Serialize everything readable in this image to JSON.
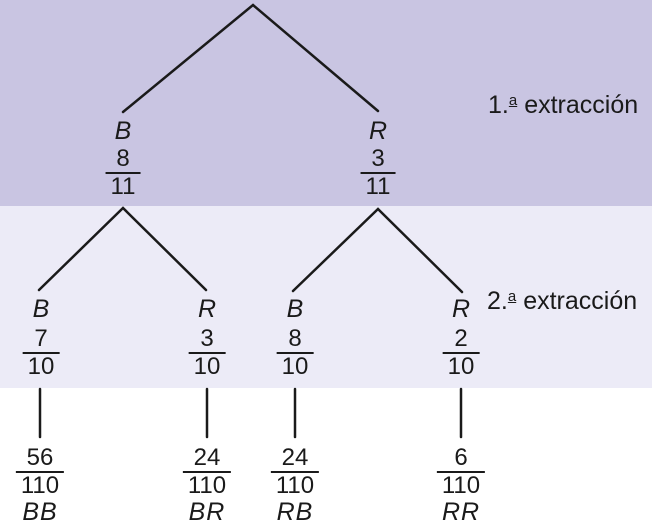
{
  "colors": {
    "band1": "#c9c5e2",
    "band2": "#ecebf7",
    "background": "#ffffff",
    "line": "#1a1a1a"
  },
  "stage_labels": [
    {
      "prefix": "1.",
      "ordinal": "a",
      "word": "extracción"
    },
    {
      "prefix": "2.",
      "ordinal": "a",
      "word": "extracción"
    }
  ],
  "tree": {
    "level1": [
      {
        "letter": "B",
        "num": "8",
        "den": "11"
      },
      {
        "letter": "R",
        "num": "3",
        "den": "11"
      }
    ],
    "level2": [
      {
        "letter": "B",
        "num": "7",
        "den": "10"
      },
      {
        "letter": "R",
        "num": "3",
        "den": "10"
      },
      {
        "letter": "B",
        "num": "8",
        "den": "10"
      },
      {
        "letter": "R",
        "num": "2",
        "den": "10"
      }
    ],
    "outcomes": [
      {
        "num": "56",
        "den": "110",
        "label": "BB"
      },
      {
        "num": "24",
        "den": "110",
        "label": "BR"
      },
      {
        "num": "24",
        "den": "110",
        "label": "RB"
      },
      {
        "num": "6",
        "den": "110",
        "label": "RR"
      }
    ]
  }
}
